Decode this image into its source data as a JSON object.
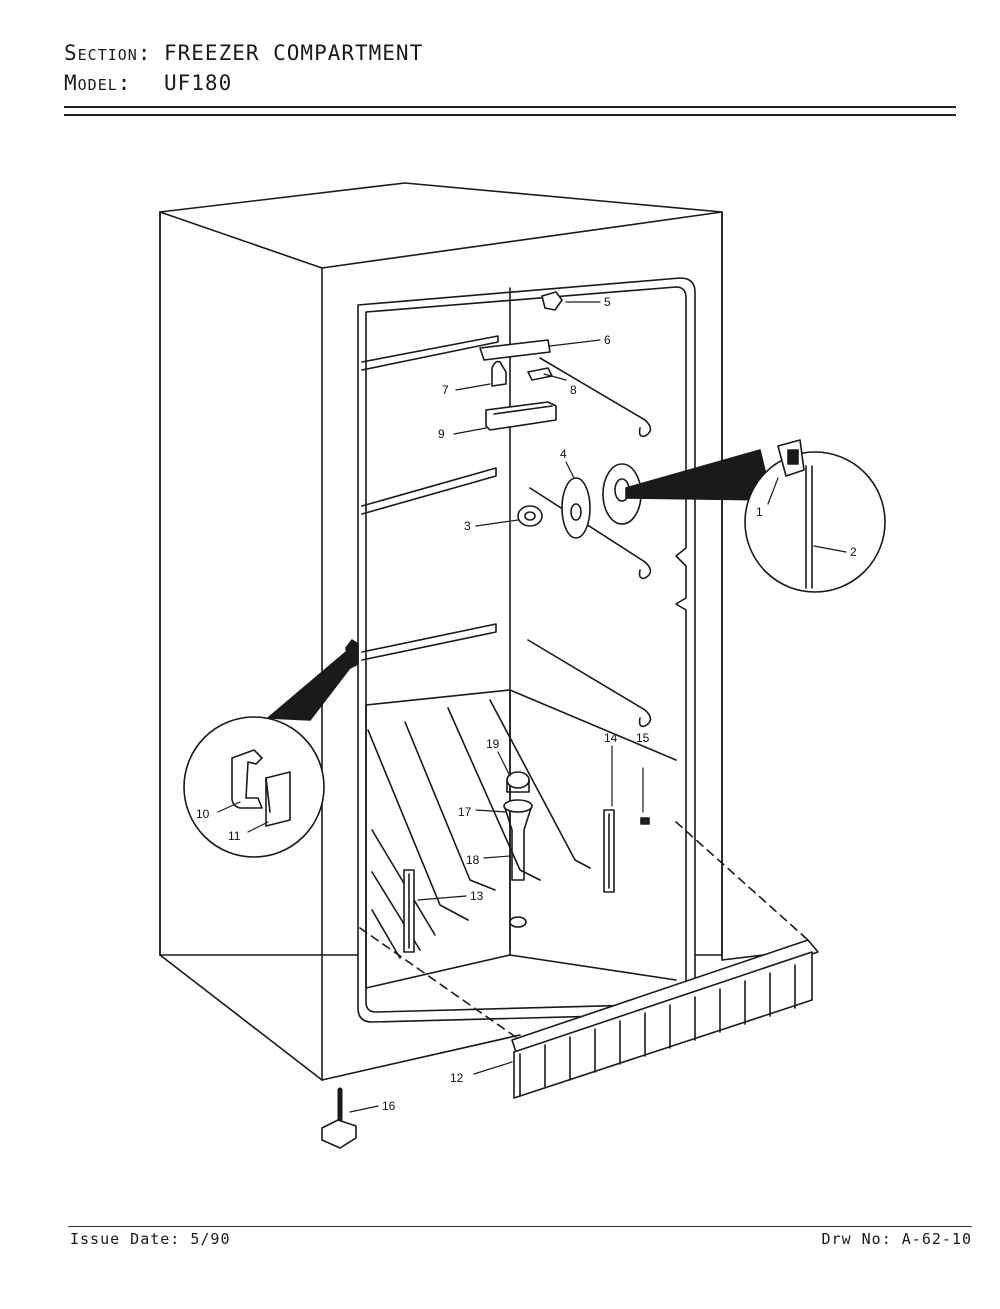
{
  "header": {
    "section_label": "Section:",
    "section_value": "FREEZER COMPARTMENT",
    "model_label": "Model:",
    "model_value": "UF180"
  },
  "callouts": [
    "1",
    "2",
    "3",
    "4",
    "5",
    "6",
    "7",
    "8",
    "9",
    "10",
    "11",
    "12",
    "13",
    "14",
    "15",
    "16",
    "17",
    "18",
    "19"
  ],
  "footer": {
    "issue_label": "Issue Date:",
    "issue_value": "5/90",
    "drawing_label": "Drw No:",
    "drawing_value": "A-62-10"
  }
}
